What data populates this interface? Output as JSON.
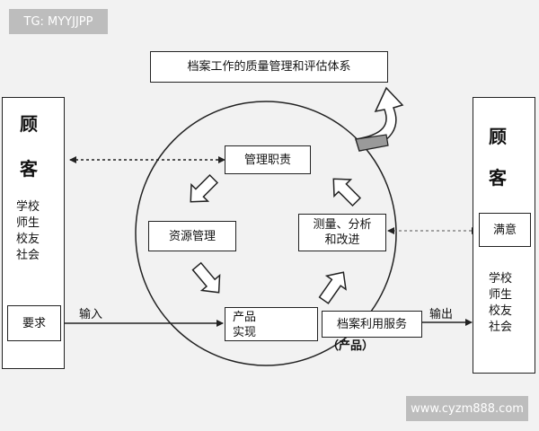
{
  "watermark_top": "TG: MYYJJPP",
  "watermark_bottom": "www.cyzm888.com",
  "system_title": "档案工作的质量管理和评估体系",
  "left_customer": {
    "title_chars": [
      "顾",
      "客"
    ],
    "members": [
      "学校",
      "师生",
      "校友",
      "社会"
    ],
    "requirement": "要求"
  },
  "right_customer": {
    "title_chars": [
      "顾",
      "客"
    ],
    "satisfaction": "满意",
    "members": [
      "学校",
      "师生",
      "校友",
      "社会"
    ]
  },
  "cycle": {
    "management": "管理职责",
    "resource": "资源管理",
    "product_realization": [
      "产品",
      "实现"
    ],
    "measurement": [
      "测量、分析",
      "和改进"
    ],
    "service": "档案利用服务",
    "service_note": "（产品）"
  },
  "flow": {
    "input": "输入",
    "output": "输出"
  }
}
